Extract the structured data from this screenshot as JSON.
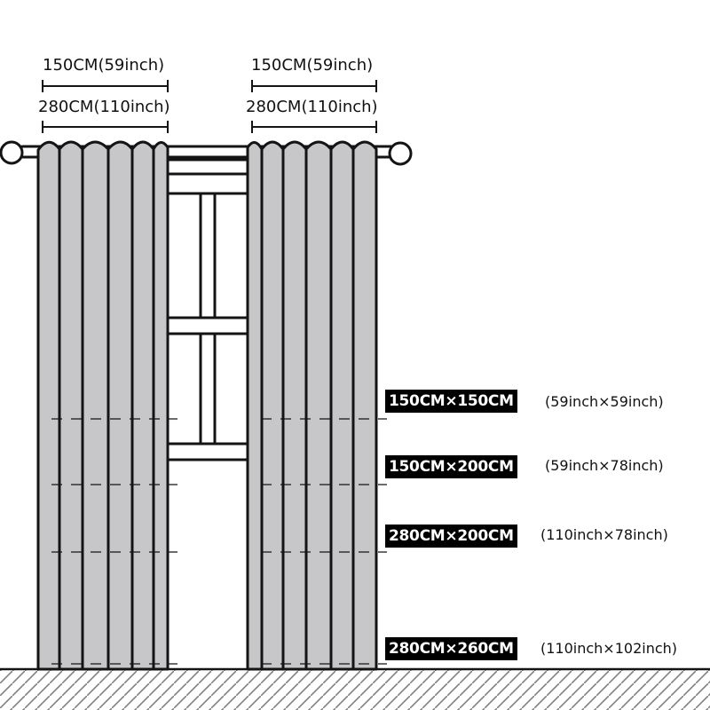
{
  "widths": {
    "left": {
      "narrow": "150CM(59inch)",
      "wide": "280CM(110inch)"
    },
    "right": {
      "narrow": "150CM(59inch)",
      "wide": "280CM(110inch)"
    }
  },
  "sizes": [
    {
      "metric": "150CM×150CM",
      "imperial": "(59inch×59inch)"
    },
    {
      "metric": "150CM×200CM",
      "imperial": "(59inch×78inch)"
    },
    {
      "metric": "280CM×200CM",
      "imperial": "(110inch×78inch)"
    },
    {
      "metric": "280CM×260CM",
      "imperial": "(110inch×102inch)"
    }
  ],
  "colors": {
    "curtain_fill": "#c7c7c9",
    "outline": "#141414",
    "background": "#ffffff",
    "badge": "#000000"
  }
}
